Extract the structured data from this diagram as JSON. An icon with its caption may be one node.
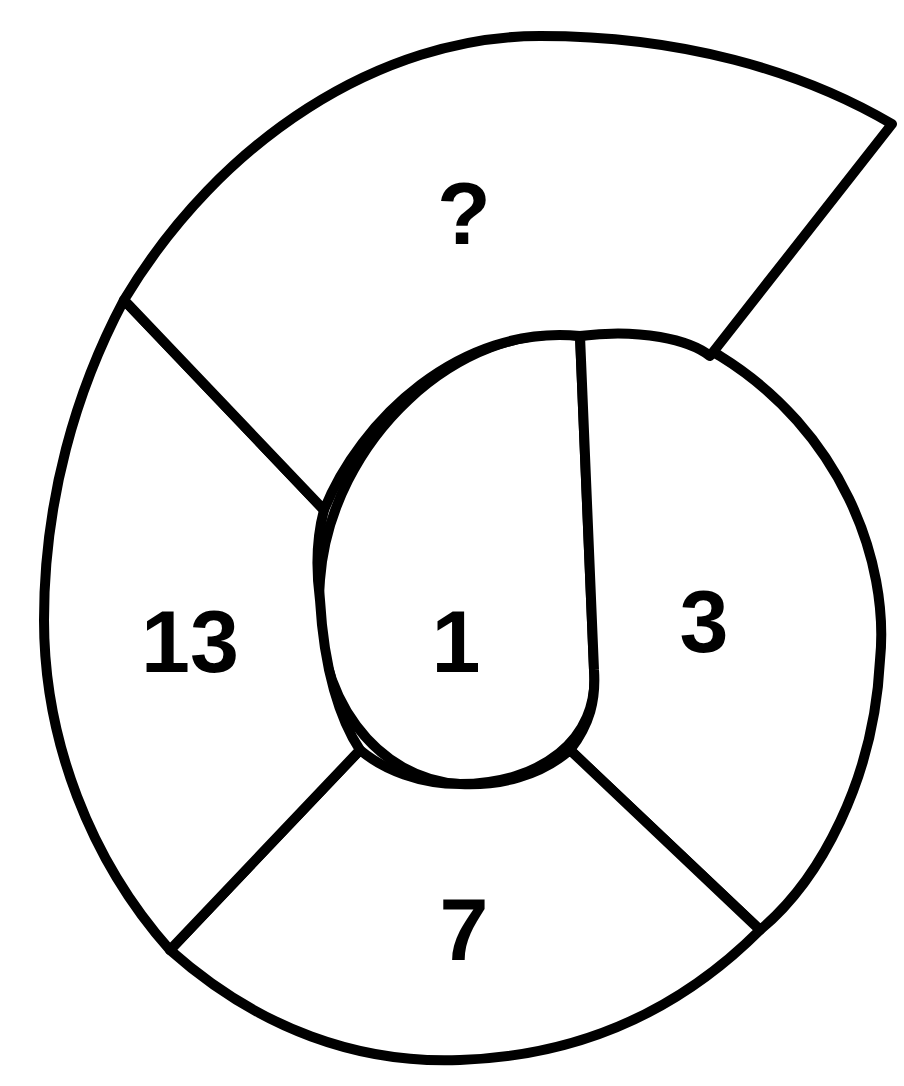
{
  "diagram": {
    "nodes": [
      {
        "text": [
          "1"
        ]
      },
      {
        "text": [
          "3"
        ]
      },
      {
        "text": [
          "7"
        ]
      },
      {
        "text": [
          "13"
        ]
      },
      {
        "text": [
          "?"
        ]
      }
    ]
  }
}
